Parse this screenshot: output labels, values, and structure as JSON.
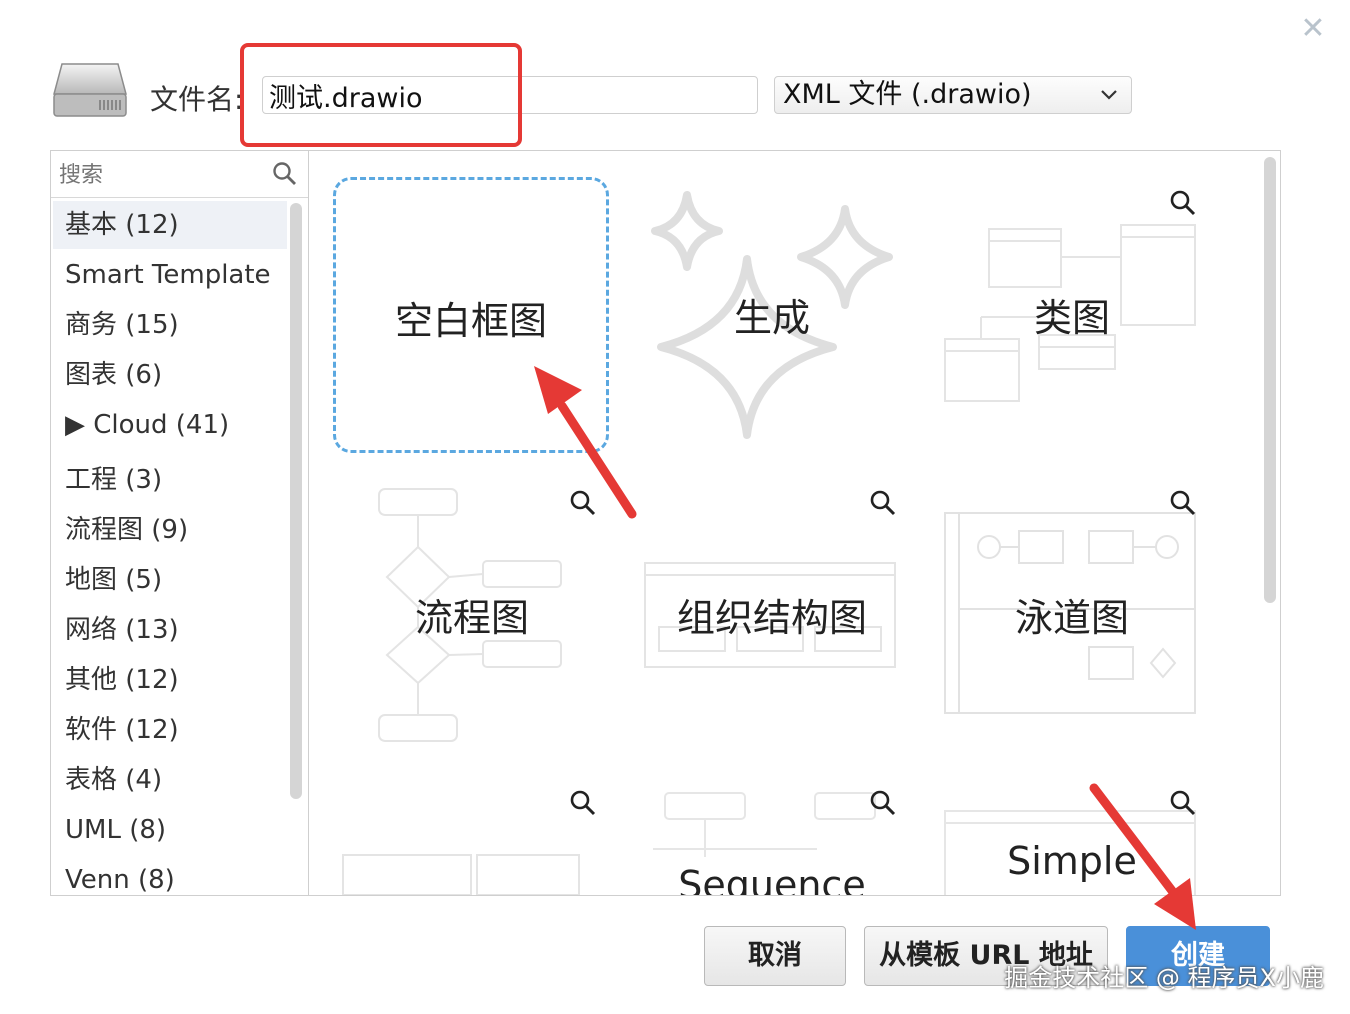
{
  "dialog": {
    "close_glyph": "✕",
    "filename_label": "文件名:",
    "filename_value": "测试.drawio",
    "format_selected": "XML 文件 (.drawio)"
  },
  "sidebar": {
    "search_placeholder": "搜索",
    "categories": [
      {
        "label": "基本 (12)"
      },
      {
        "label": "Smart Template"
      },
      {
        "label": "商务 (15)"
      },
      {
        "label": "图表 (6)"
      },
      {
        "label": "▶ Cloud (41)"
      },
      {
        "label": "工程 (3)"
      },
      {
        "label": "流程图 (9)"
      },
      {
        "label": "地图 (5)"
      },
      {
        "label": "网络 (13)"
      },
      {
        "label": "其他 (12)"
      },
      {
        "label": "软件 (12)"
      },
      {
        "label": "表格 (4)"
      },
      {
        "label": "UML (8)"
      },
      {
        "label": "Venn (8)"
      }
    ]
  },
  "templates": [
    {
      "label": "空白框图"
    },
    {
      "label": "生成"
    },
    {
      "label": "类图"
    },
    {
      "label": "流程图"
    },
    {
      "label": "组织结构图"
    },
    {
      "label": "泳道图"
    },
    {
      "label": "Sequence"
    },
    {
      "label": "Simple"
    }
  ],
  "buttons": {
    "cancel": "取消",
    "from_url": "从模板 URL 地址",
    "create": "创建"
  },
  "watermark": "掘金技术社区 @ 程序员X小鹿",
  "colors": {
    "accent": "#4a90d9",
    "highlight": "#e53935",
    "dashed_border": "#5ba8e0"
  }
}
